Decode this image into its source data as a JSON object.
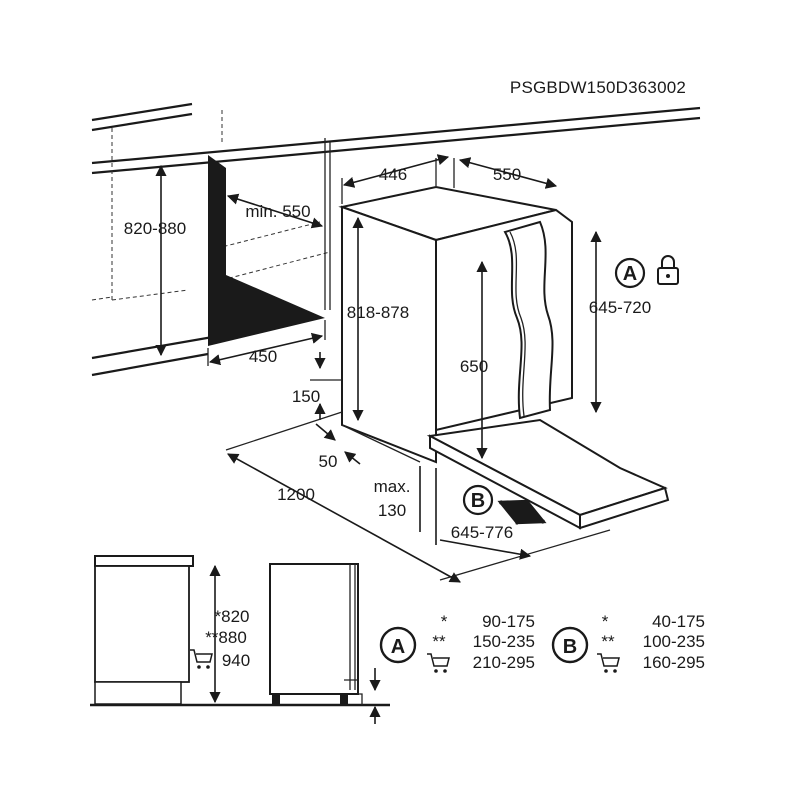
{
  "model_code": "PSGBDW150D363002",
  "top": {
    "h_niche": "820-880",
    "min_depth": "min. 550",
    "w_450": "450",
    "h_818": "818-878",
    "d_446": "446",
    "d_550": "550",
    "h_650": "650",
    "h_645": "645-720",
    "d_150": "150",
    "d_50": "50",
    "w_1200": "1200",
    "max_label": "max.",
    "max_val": "130",
    "door_range": "645-776",
    "circle_a": "A",
    "circle_b": "B"
  },
  "bottom": {
    "h1": "*820",
    "h2": "**880",
    "h3": "940",
    "table_a": {
      "letter": "A",
      "rows": [
        {
          "mark": "*",
          "value": "90-175"
        },
        {
          "mark": "**",
          "value": "150-235"
        },
        {
          "mark": "cart",
          "value": "210-295"
        }
      ]
    },
    "table_b": {
      "letter": "B",
      "rows": [
        {
          "mark": "*",
          "value": "40-175"
        },
        {
          "mark": "**",
          "value": "100-235"
        },
        {
          "mark": "cart",
          "value": "160-295"
        }
      ]
    }
  }
}
